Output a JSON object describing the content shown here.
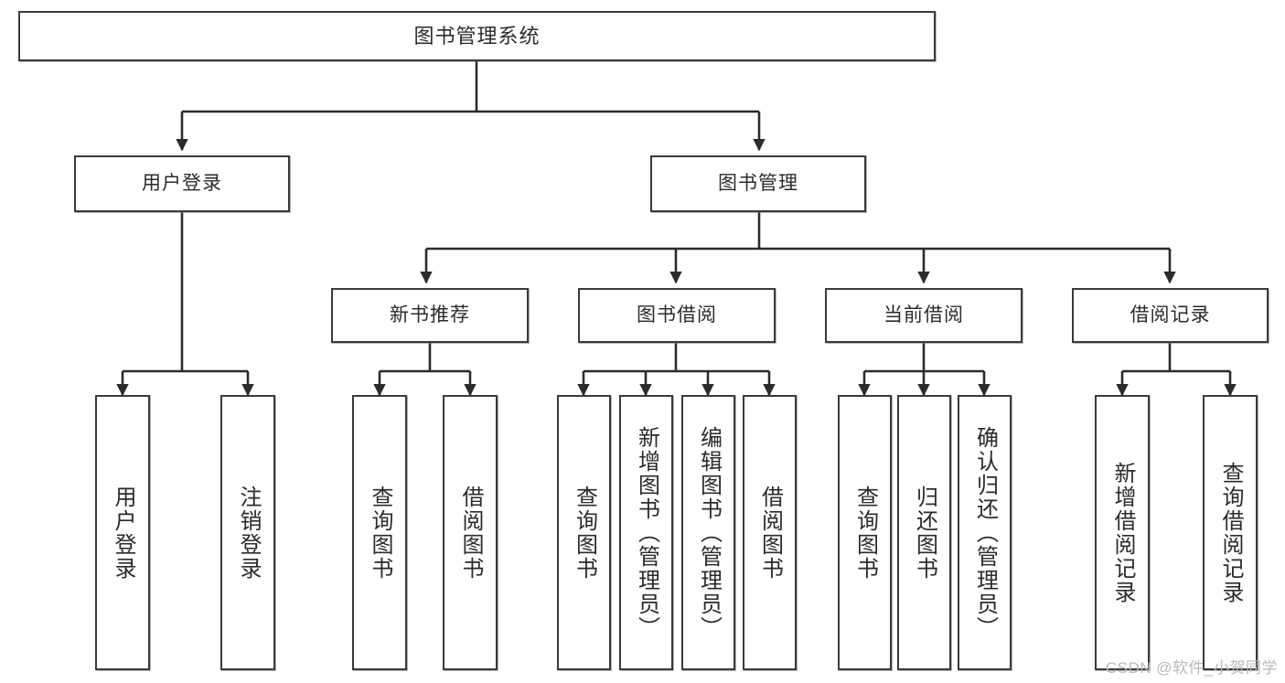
{
  "diagram": {
    "type": "tree",
    "title": "图书管理系统",
    "watermark": "CSDN @软件_小贺同学",
    "colors": {
      "box_border": "#3a3a3a",
      "box_fill": "#ffffff",
      "connector": "#2b2b2b",
      "text": "#2b2b2b",
      "watermark": "#b9b9b9"
    },
    "nodes": {
      "root": {
        "label": "图书管理系统"
      },
      "level2": [
        {
          "label": "用户登录"
        },
        {
          "label": "图书管理"
        }
      ],
      "level3": [
        {
          "label": "新书推荐"
        },
        {
          "label": "图书借阅"
        },
        {
          "label": "当前借阅"
        },
        {
          "label": "借阅记录"
        }
      ],
      "leaves": {
        "user_login": [
          {
            "label": "用户登录"
          },
          {
            "label": "注销登录"
          }
        ],
        "new_book_recommend": [
          {
            "label": "查询图书"
          },
          {
            "label": "借阅图书"
          }
        ],
        "book_borrow": [
          {
            "label": "查询图书"
          },
          {
            "label": "新增图书（管理员）"
          },
          {
            "label": "编辑图书（管理员）"
          },
          {
            "label": "借阅图书"
          }
        ],
        "current_borrow": [
          {
            "label": "查询图书"
          },
          {
            "label": "归还图书"
          },
          {
            "label": "确认归还（管理员）"
          }
        ],
        "borrow_record": [
          {
            "label": "新增借阅记录"
          },
          {
            "label": "查询借阅记录"
          }
        ]
      }
    }
  }
}
